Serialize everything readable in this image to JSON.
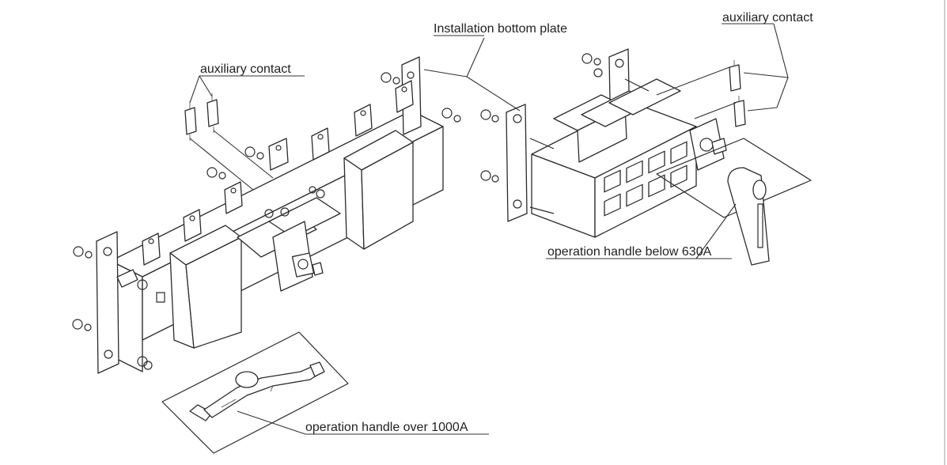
{
  "labels": {
    "installation_bottom_plate": "Installation bottom plate",
    "auxiliary_contact_left": "auxiliary contact",
    "auxiliary_contact_right": "auxiliary contact",
    "handle_below_630a": "operation handle below 630A",
    "handle_over_1000a": "operation handle over 1000A"
  },
  "colors": {
    "line": "#333333",
    "text": "#222222",
    "background": "#ffffff"
  }
}
